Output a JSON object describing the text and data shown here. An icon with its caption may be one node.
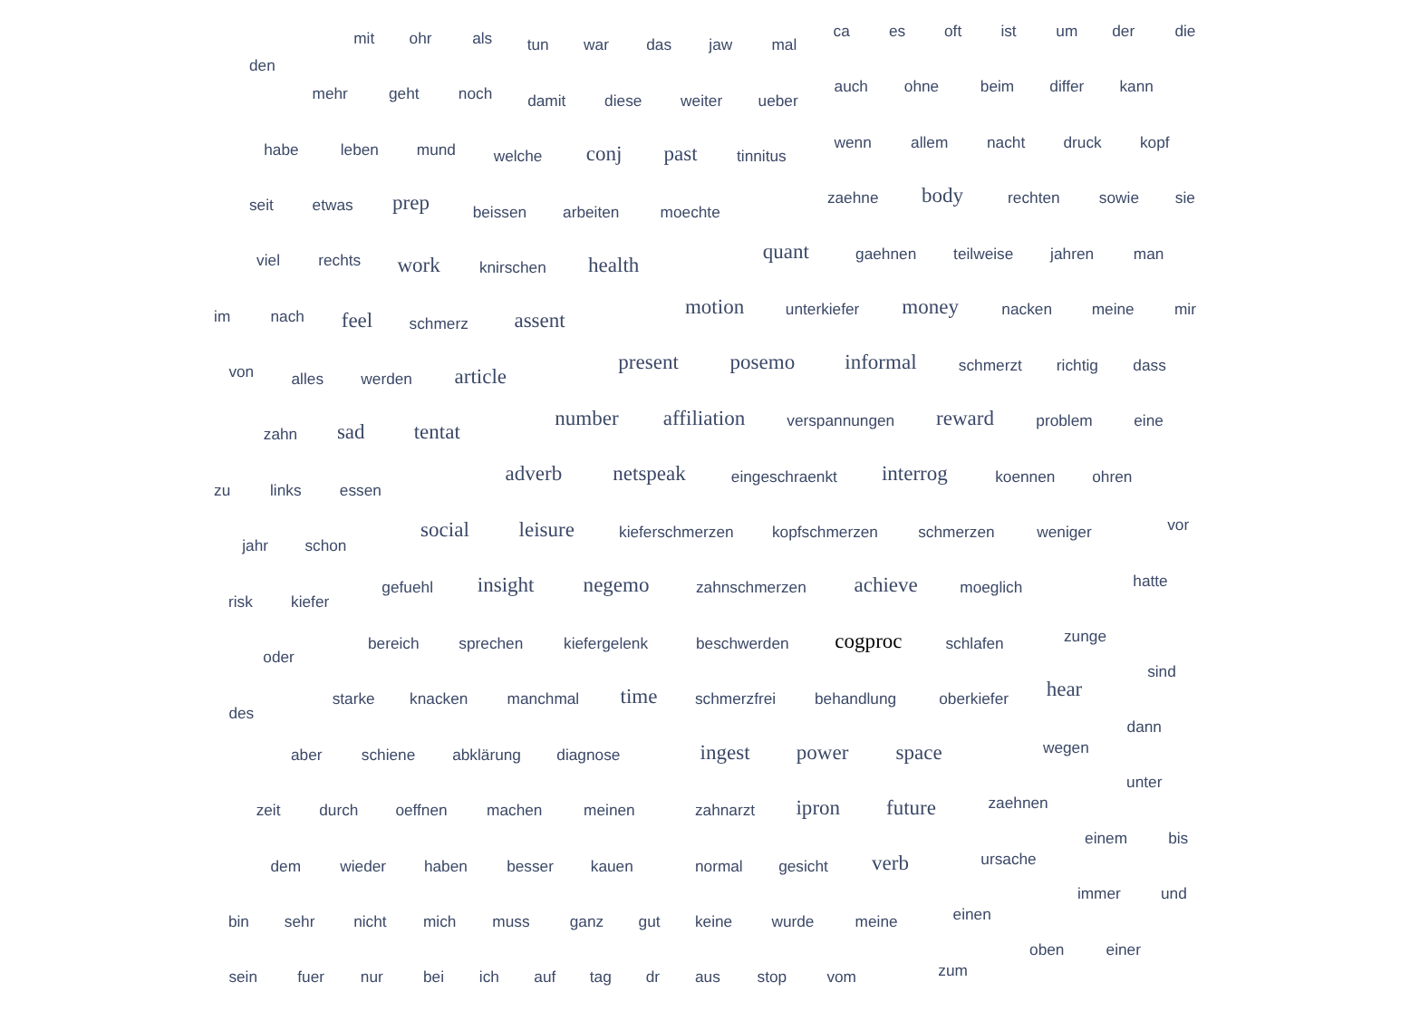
{
  "diagram": {
    "nodes": [
      {
        "text": [
          "arbeiten"
        ]
      },
      {
        "text": [
          "eingeschraenkt"
        ]
      },
      {
        "text": [
          "sprechen"
        ]
      },
      {
        "text": [
          "essen"
        ]
      },
      {
        "text": [
          "schlafen"
        ]
      },
      {
        "text": [
          "beissen"
        ]
      },
      {
        "text": [
          "gut"
        ]
      },
      {
        "text": [
          "alles"
        ]
      },
      {
        "text": [
          "wegen"
        ]
      },
      {
        "text": [
          "leisure"
        ]
      },
      {
        "text": [
          "teilweise"
        ]
      },
      {
        "text": [
          "aber"
        ]
      },
      {
        "text": [
          "sehr"
        ]
      },
      {
        "text": [
          "kauen"
        ]
      },
      {
        "text": [
          "ingest"
        ]
      },
      {
        "text": [
          "richtig"
        ]
      },
      {
        "text": [
          "tun"
        ]
      },
      {
        "text": [
          "hear"
        ]
      },
      {
        "text": [
          "oeffnen"
        ]
      },
      {
        "text": [
          "feel"
        ]
      },
      {
        "text": [
          "mund"
        ]
      },
      {
        "text": [
          "nicht"
        ]
      },
      {
        "text": [
          "gaehnen"
        ]
      },
      {
        "text": [
          "nur"
        ]
      },
      {
        "text": [
          "viel"
        ]
      },
      {
        "text": [
          "mich"
        ]
      },
      {
        "text": [
          "muss"
        ]
      },
      {
        "text": [
          "assent"
        ]
      },
      {
        "text": [
          "ganz"
        ]
      },
      {
        "text": [
          "bin"
        ]
      },
      {
        "text": [
          "present"
        ]
      },
      {
        "text": [
          "noch"
        ]
      },
      {
        "text": [
          "geht"
        ]
      },
      {
        "text": [
          "mehr"
        ]
      },
      {
        "text": [
          "leben"
        ]
      },
      {
        "text": [
          "quant"
        ]
      },
      {
        "text": [
          "kann"
        ]
      },
      {
        "text": [
          "affiliation"
        ]
      },
      {
        "text": [
          "machen"
        ]
      },
      {
        "text": [
          "manchmal"
        ]
      },
      {
        "text": [
          "ist"
        ]
      },
      {
        "text": [
          "differ"
        ]
      },
      {
        "text": [
          "sad"
        ]
      },
      {
        "text": [
          "moeglich"
        ]
      },
      {
        "text": [
          "bei"
        ]
      },
      {
        "text": [
          "adverb"
        ]
      },
      {
        "text": [
          "meinen"
        ]
      },
      {
        "text": [
          "schmerzt"
        ]
      },
      {
        "text": [
          "oft"
        ]
      },
      {
        "text": [
          "beim"
        ]
      },
      {
        "text": [
          "money"
        ]
      },
      {
        "text": [
          "ich"
        ]
      },
      {
        "text": [
          "zeit"
        ]
      },
      {
        "text": [
          "ohne"
        ]
      },
      {
        "text": [
          "normal"
        ]
      },
      {
        "text": [
          "auch"
        ]
      },
      {
        "text": [
          "power"
        ]
      },
      {
        "text": [
          "starke"
        ]
      },
      {
        "text": [
          "unter"
        ]
      },
      {
        "text": [
          "zunge"
        ]
      },
      {
        "text": [
          "es"
        ]
      },
      {
        "text": [
          "negemo"
        ]
      },
      {
        "text": [
          "auf"
        ]
      },
      {
        "text": [
          "unterkiefer"
        ]
      },
      {
        "text": [
          "druck"
        ]
      },
      {
        "text": [
          "kopf"
        ]
      },
      {
        "text": [
          "gesicht"
        ]
      },
      {
        "text": [
          "nacht"
        ]
      },
      {
        "text": [
          "tag"
        ]
      },
      {
        "text": [
          "allem"
        ]
      },
      {
        "text": [
          "wenn"
        ]
      },
      {
        "text": [
          "den"
        ]
      },
      {
        "text": [
          "sind"
        ]
      },
      {
        "text": [
          "work"
        ]
      },
      {
        "text": [
          "zahnschmerzen"
        ]
      },
      {
        "text": [
          "seit"
        ]
      },
      {
        "text": [
          "nacken"
        ]
      },
      {
        "text": [
          "dann"
        ]
      },
      {
        "text": [
          "prep"
        ]
      },
      {
        "text": [
          "habe"
        ]
      },
      {
        "text": [
          "nach"
        ]
      },
      {
        "text": [
          "zum"
        ]
      },
      {
        "text": [
          "rechts"
        ]
      },
      {
        "text": [
          "rechten"
        ]
      },
      {
        "text": [
          "space"
        ]
      },
      {
        "text": [
          "durch"
        ]
      },
      {
        "text": [
          "immer"
        ]
      },
      {
        "text": [
          "ca"
        ]
      },
      {
        "text": [
          "im"
        ]
      },
      {
        "text": [
          "bis"
        ]
      },
      {
        "text": [
          "jahr"
        ]
      },
      {
        "text": [
          "body"
        ]
      },
      {
        "text": [
          "vor"
        ]
      },
      {
        "text": [
          "als"
        ]
      },
      {
        "text": [
          "aus"
        ]
      },
      {
        "text": [
          "verb"
        ]
      },
      {
        "text": [
          "motion"
        ]
      },
      {
        "text": [
          "links"
        ]
      },
      {
        "text": [
          "ohr"
        ]
      },
      {
        "text": [
          "jahren"
        ]
      },
      {
        "text": [
          "zaehne"
        ]
      },
      {
        "text": [
          "dem"
        ]
      },
      {
        "text": [
          "social"
        ]
      },
      {
        "text": [
          "etwas"
        ]
      },
      {
        "text": [
          "gefuehl"
        ]
      },
      {
        "text": [
          "einem"
        ]
      },
      {
        "text": [
          "oben"
        ]
      },
      {
        "text": [
          "schon"
        ]
      },
      {
        "text": [
          "netspeak"
        ]
      },
      {
        "text": [
          "bereich"
        ]
      },
      {
        "text": [
          "ohren"
        ]
      },
      {
        "text": [
          "kopfschmerzen"
        ]
      },
      {
        "text": [
          "stop"
        ]
      },
      {
        "text": [
          "mit"
        ]
      },
      {
        "text": [
          "time"
        ]
      },
      {
        "text": [
          "schmerzen"
        ]
      },
      {
        "text": [
          "oberkiefer"
        ]
      },
      {
        "text": [
          "number"
        ]
      },
      {
        "text": [
          "vom"
        ]
      },
      {
        "text": [
          "meine"
        ]
      },
      {
        "text": [
          "cogproc"
        ]
      },
      {
        "text": [
          "kiefergelenk"
        ]
      },
      {
        "text": [
          "zahn"
        ]
      },
      {
        "text": [
          "schmerz"
        ]
      },
      {
        "text": [
          "einen"
        ]
      },
      {
        "text": [
          "knacken"
        ]
      },
      {
        "text": [
          "tinnitus"
        ]
      },
      {
        "text": [
          "und"
        ]
      },
      {
        "text": [
          "insight"
        ]
      },
      {
        "text": [
          "oder"
        ]
      },
      {
        "text": [
          "sowie"
        ]
      },
      {
        "text": [
          "tentat"
        ]
      },
      {
        "text": [
          "kieferschmerzen"
        ]
      },
      {
        "text": [
          "zaehnen"
        ]
      },
      {
        "text": [
          "mal"
        ]
      },
      {
        "text": [
          "kiefer"
        ]
      },
      {
        "text": [
          "einer"
        ]
      },
      {
        "text": [
          "jaw"
        ]
      },
      {
        "text": [
          "informal"
        ]
      },
      {
        "text": [
          "keine"
        ]
      },
      {
        "text": [
          "das"
        ]
      },
      {
        "text": [
          "hatte"
        ]
      },
      {
        "text": [
          "wurde"
        ]
      },
      {
        "text": [
          "war"
        ]
      },
      {
        "text": [
          "past"
        ]
      },
      {
        "text": [
          "zahnarzt"
        ]
      },
      {
        "text": [
          "verspannungen"
        ]
      },
      {
        "text": [
          "health"
        ]
      },
      {
        "text": [
          "conj"
        ]
      },
      {
        "text": [
          "von"
        ]
      },
      {
        "text": [
          "knirschen"
        ]
      },
      {
        "text": [
          "posemo"
        ]
      },
      {
        "text": [
          "mir"
        ]
      },
      {
        "text": [
          "risk"
        ]
      },
      {
        "text": [
          "article"
        ]
      },
      {
        "text": [
          "zu"
        ]
      },
      {
        "text": [
          "des"
        ]
      },
      {
        "text": [
          "meine"
        ]
      },
      {
        "text": [
          "weniger"
        ]
      },
      {
        "text": [
          "sie"
        ]
      },
      {
        "text": [
          "ueber"
        ]
      },
      {
        "text": [
          "die"
        ]
      },
      {
        "text": [
          "der"
        ]
      },
      {
        "text": [
          "achieve"
        ]
      },
      {
        "text": [
          "beschwerden"
        ]
      },
      {
        "text": [
          "dr"
        ]
      },
      {
        "text": [
          "weiter"
        ]
      },
      {
        "text": [
          "werden"
        ]
      },
      {
        "text": [
          "interrog"
        ]
      },
      {
        "text": [
          "welche"
        ]
      },
      {
        "text": [
          "schiene"
        ]
      },
      {
        "text": [
          "eine"
        ]
      },
      {
        "text": [
          "ipron"
        ]
      },
      {
        "text": [
          "problem"
        ]
      },
      {
        "text": [
          "diese"
        ]
      },
      {
        "text": [
          "um"
        ]
      },
      {
        "text": [
          "sein"
        ]
      },
      {
        "text": [
          "schmerzfrei"
        ]
      },
      {
        "text": [
          "wieder"
        ]
      },
      {
        "text": [
          "haben"
        ]
      },
      {
        "text": [
          "dass"
        ]
      },
      {
        "text": [
          "future"
        ]
      },
      {
        "text": [
          "besser"
        ]
      },
      {
        "text": [
          "behandlung"
        ]
      },
      {
        "text": [
          "fuer"
        ]
      },
      {
        "text": [
          "damit"
        ]
      },
      {
        "text": [
          "man"
        ]
      },
      {
        "text": [
          "koennen"
        ]
      },
      {
        "text": [
          "reward"
        ]
      },
      {
        "text": [
          "abklärung"
        ]
      },
      {
        "text": [
          "diagnose"
        ]
      },
      {
        "text": [
          "moechte"
        ]
      },
      {
        "text": [
          "ursache"
        ]
      }
    ]
  }
}
